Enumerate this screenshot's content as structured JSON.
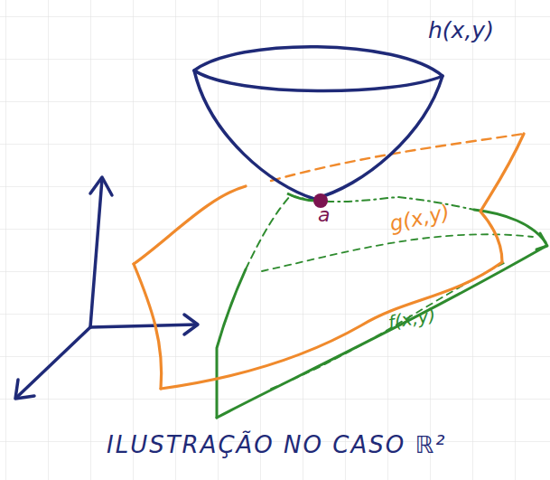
{
  "diagram": {
    "caption": "ILUSTRAÇÃO NO CASO ℝ²",
    "labels": [
      "h(x,y)",
      "a",
      "g(x,y)",
      "f(x,y)"
    ]
  }
}
